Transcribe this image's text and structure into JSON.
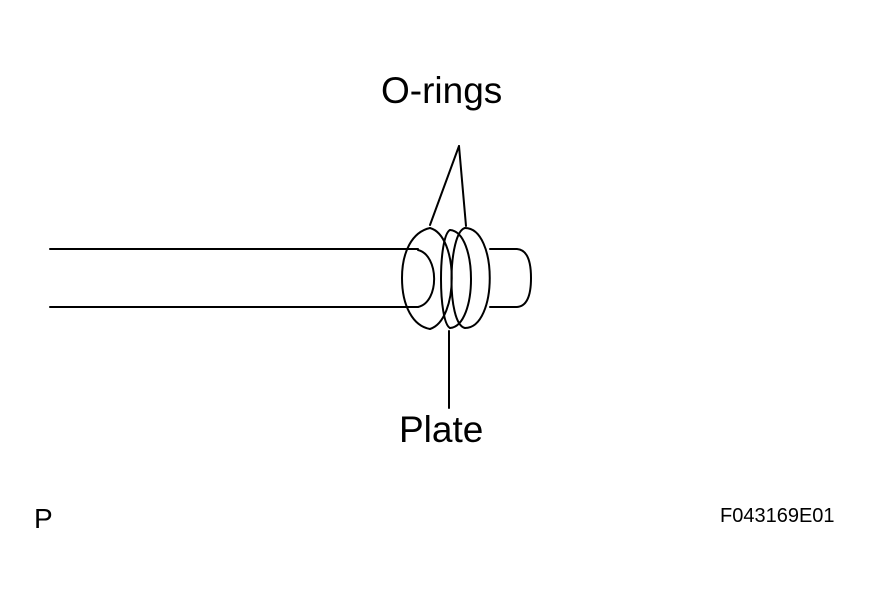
{
  "labels": {
    "o_rings": "O-rings",
    "plate": "Plate",
    "view": "P",
    "figure_id": "F043169E01"
  },
  "colors": {
    "line": "#000000",
    "background": "#ffffff"
  }
}
